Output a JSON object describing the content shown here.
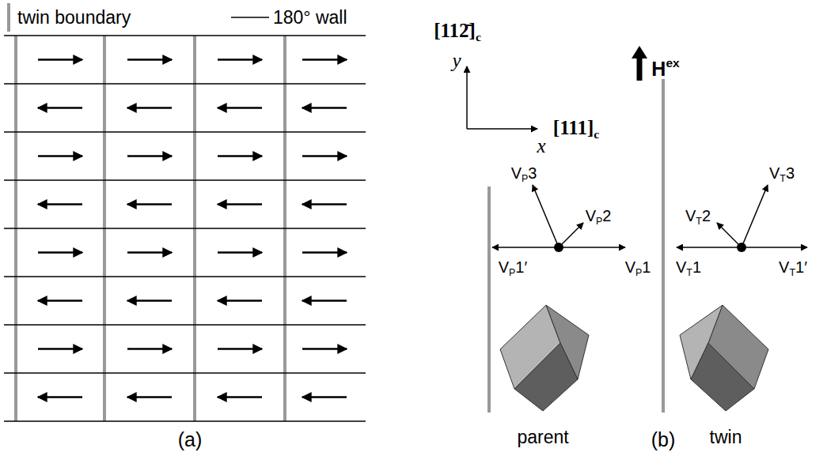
{
  "diagram": {
    "labels": [
      "(a)",
      "[112̄]",
      "c",
      "y",
      "x",
      "[111]",
      "c",
      "H",
      "ex",
      "V",
      "P",
      "3",
      "V",
      "P",
      "2",
      "V",
      "P",
      "1′",
      "V",
      "P",
      "1",
      "V",
      "T",
      "1",
      "V",
      "T",
      "2",
      "V",
      "T",
      "3",
      "V",
      "T",
      "1′",
      "parent",
      "twin",
      "(b)"
    ],
    "legend": [
      {
        "text": "twin boundary"
      },
      {
        "text": "180° wall"
      }
    ]
  }
}
